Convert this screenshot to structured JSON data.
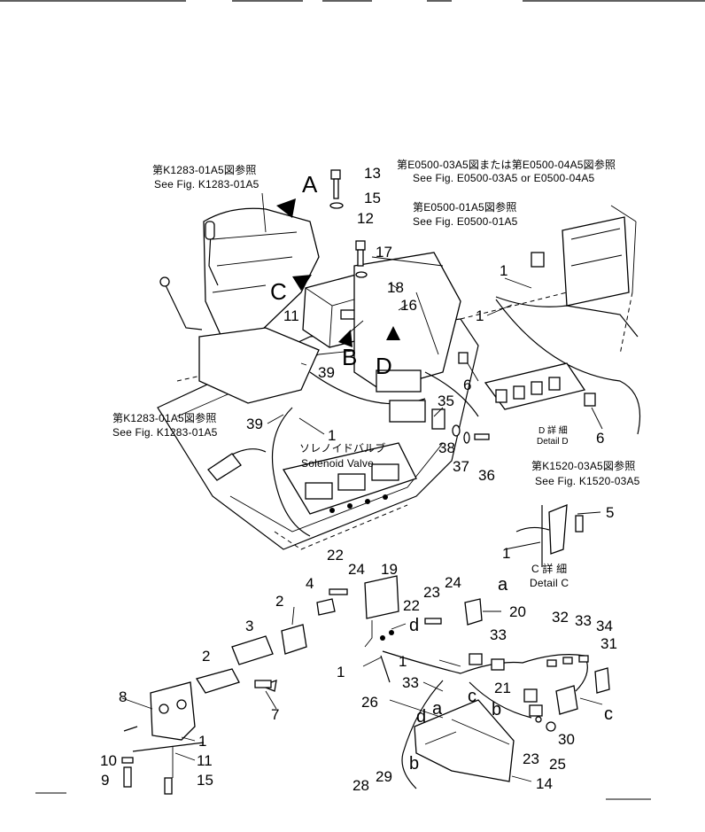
{
  "refs": {
    "k1283_top_jp": "第K1283-01A5図参照",
    "k1283_top_en": "See Fig. K1283-01A5",
    "e0500_03_jp": "第E0500-03A5図または第E0500-04A5図参照",
    "e0500_03_en": "See Fig. E0500-03A5 or E0500-04A5",
    "e0500_01_jp": "第E0500-01A5図参照",
    "e0500_01_en": "See Fig. E0500-01A5",
    "k1283_left_jp": "第K1283-01A5図参照",
    "k1283_left_en": "See Fig. K1283-01A5",
    "k1520_jp": "第K1520-03A5図参照",
    "k1520_en": "See Fig. K1520-03A5"
  },
  "labels": {
    "solenoid_jp": "ソレノイドバルブ",
    "solenoid_en": "Solenoid Valve",
    "detail_d_jp": "D 詳 細",
    "detail_d_en": "Detail D",
    "detail_c_jp": "C 詳 細",
    "detail_c_en": "Detail C"
  },
  "views": {
    "A": "A",
    "B": "B",
    "C": "C",
    "D": "D"
  },
  "connectors": {
    "a": "a",
    "b": "b",
    "c": "c",
    "d": "d"
  },
  "parts": {
    "p1": "1",
    "p2": "2",
    "p3": "3",
    "p4": "4",
    "p5": "5",
    "p6": "6",
    "p7": "7",
    "p8": "8",
    "p9": "9",
    "p10": "10",
    "p11": "11",
    "p12": "12",
    "p13": "13",
    "p14": "14",
    "p15": "15",
    "p16": "16",
    "p17": "17",
    "p18": "18",
    "p19": "19",
    "p20": "20",
    "p21": "21",
    "p22": "22",
    "p23": "23",
    "p24": "24",
    "p25": "25",
    "p26": "26",
    "p28": "28",
    "p29": "29",
    "p30": "30",
    "p31": "31",
    "p32": "32",
    "p33": "33",
    "p34": "34",
    "p35": "35",
    "p36": "36",
    "p37": "37",
    "p38": "38",
    "p39": "39"
  }
}
